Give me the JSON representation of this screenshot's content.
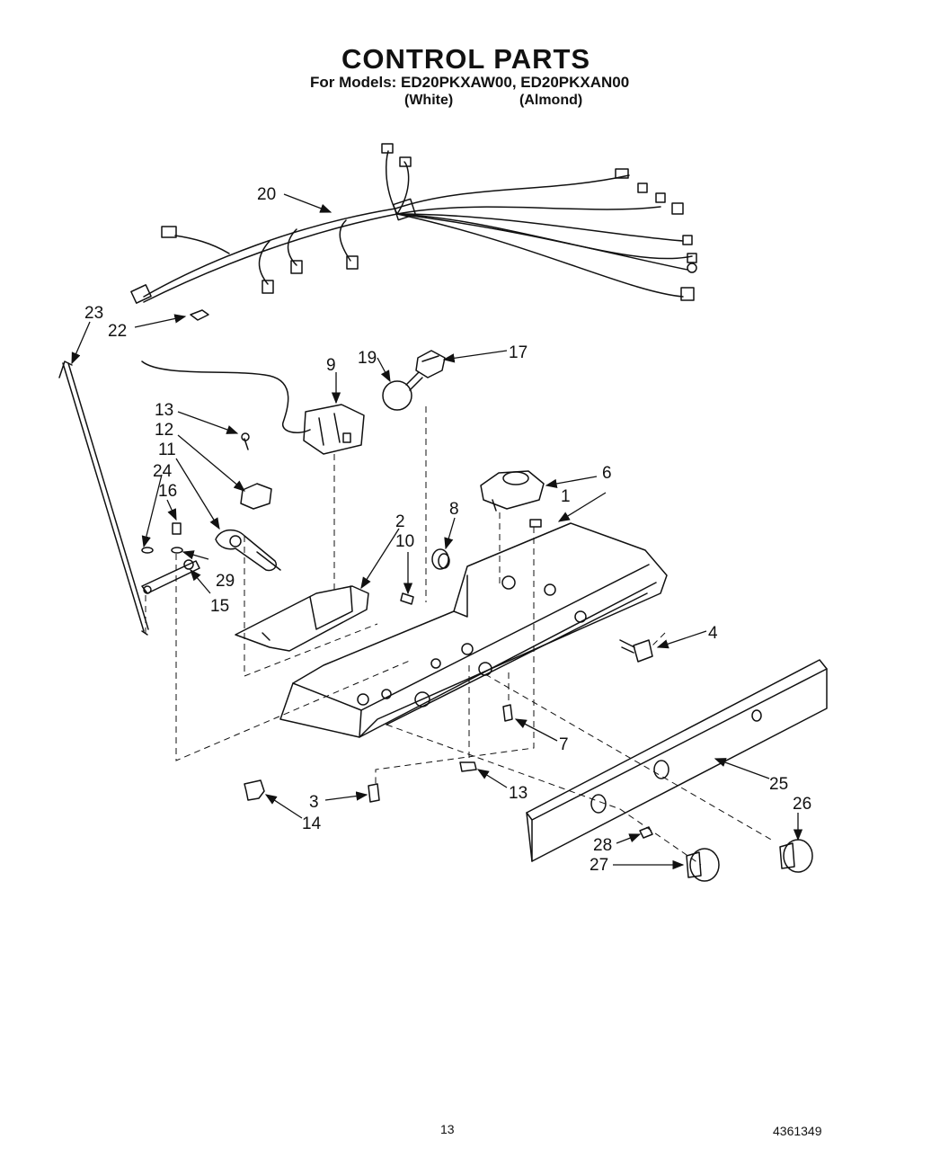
{
  "header": {
    "title": "CONTROL PARTS",
    "models_line": "For Models: ED20PKXAW00, ED20PKXAN00",
    "color_white": "(White)",
    "color_almond": "(Almond)"
  },
  "callouts": {
    "c1": "1",
    "c2": "2",
    "c3": "3",
    "c4": "4",
    "c6": "6",
    "c7": "7",
    "c8": "8",
    "c9": "9",
    "c10": "10",
    "c11": "11",
    "c12": "12",
    "c13a": "13",
    "c13b": "13",
    "c14": "14",
    "c15": "15",
    "c16": "16",
    "c17": "17",
    "c19": "19",
    "c20": "20",
    "c22": "22",
    "c23": "23",
    "c24": "24",
    "c25": "25",
    "c26": "26",
    "c27": "27",
    "c28": "28",
    "c29": "29"
  },
  "footer": {
    "page_number": "13",
    "doc_number": "4361349"
  }
}
